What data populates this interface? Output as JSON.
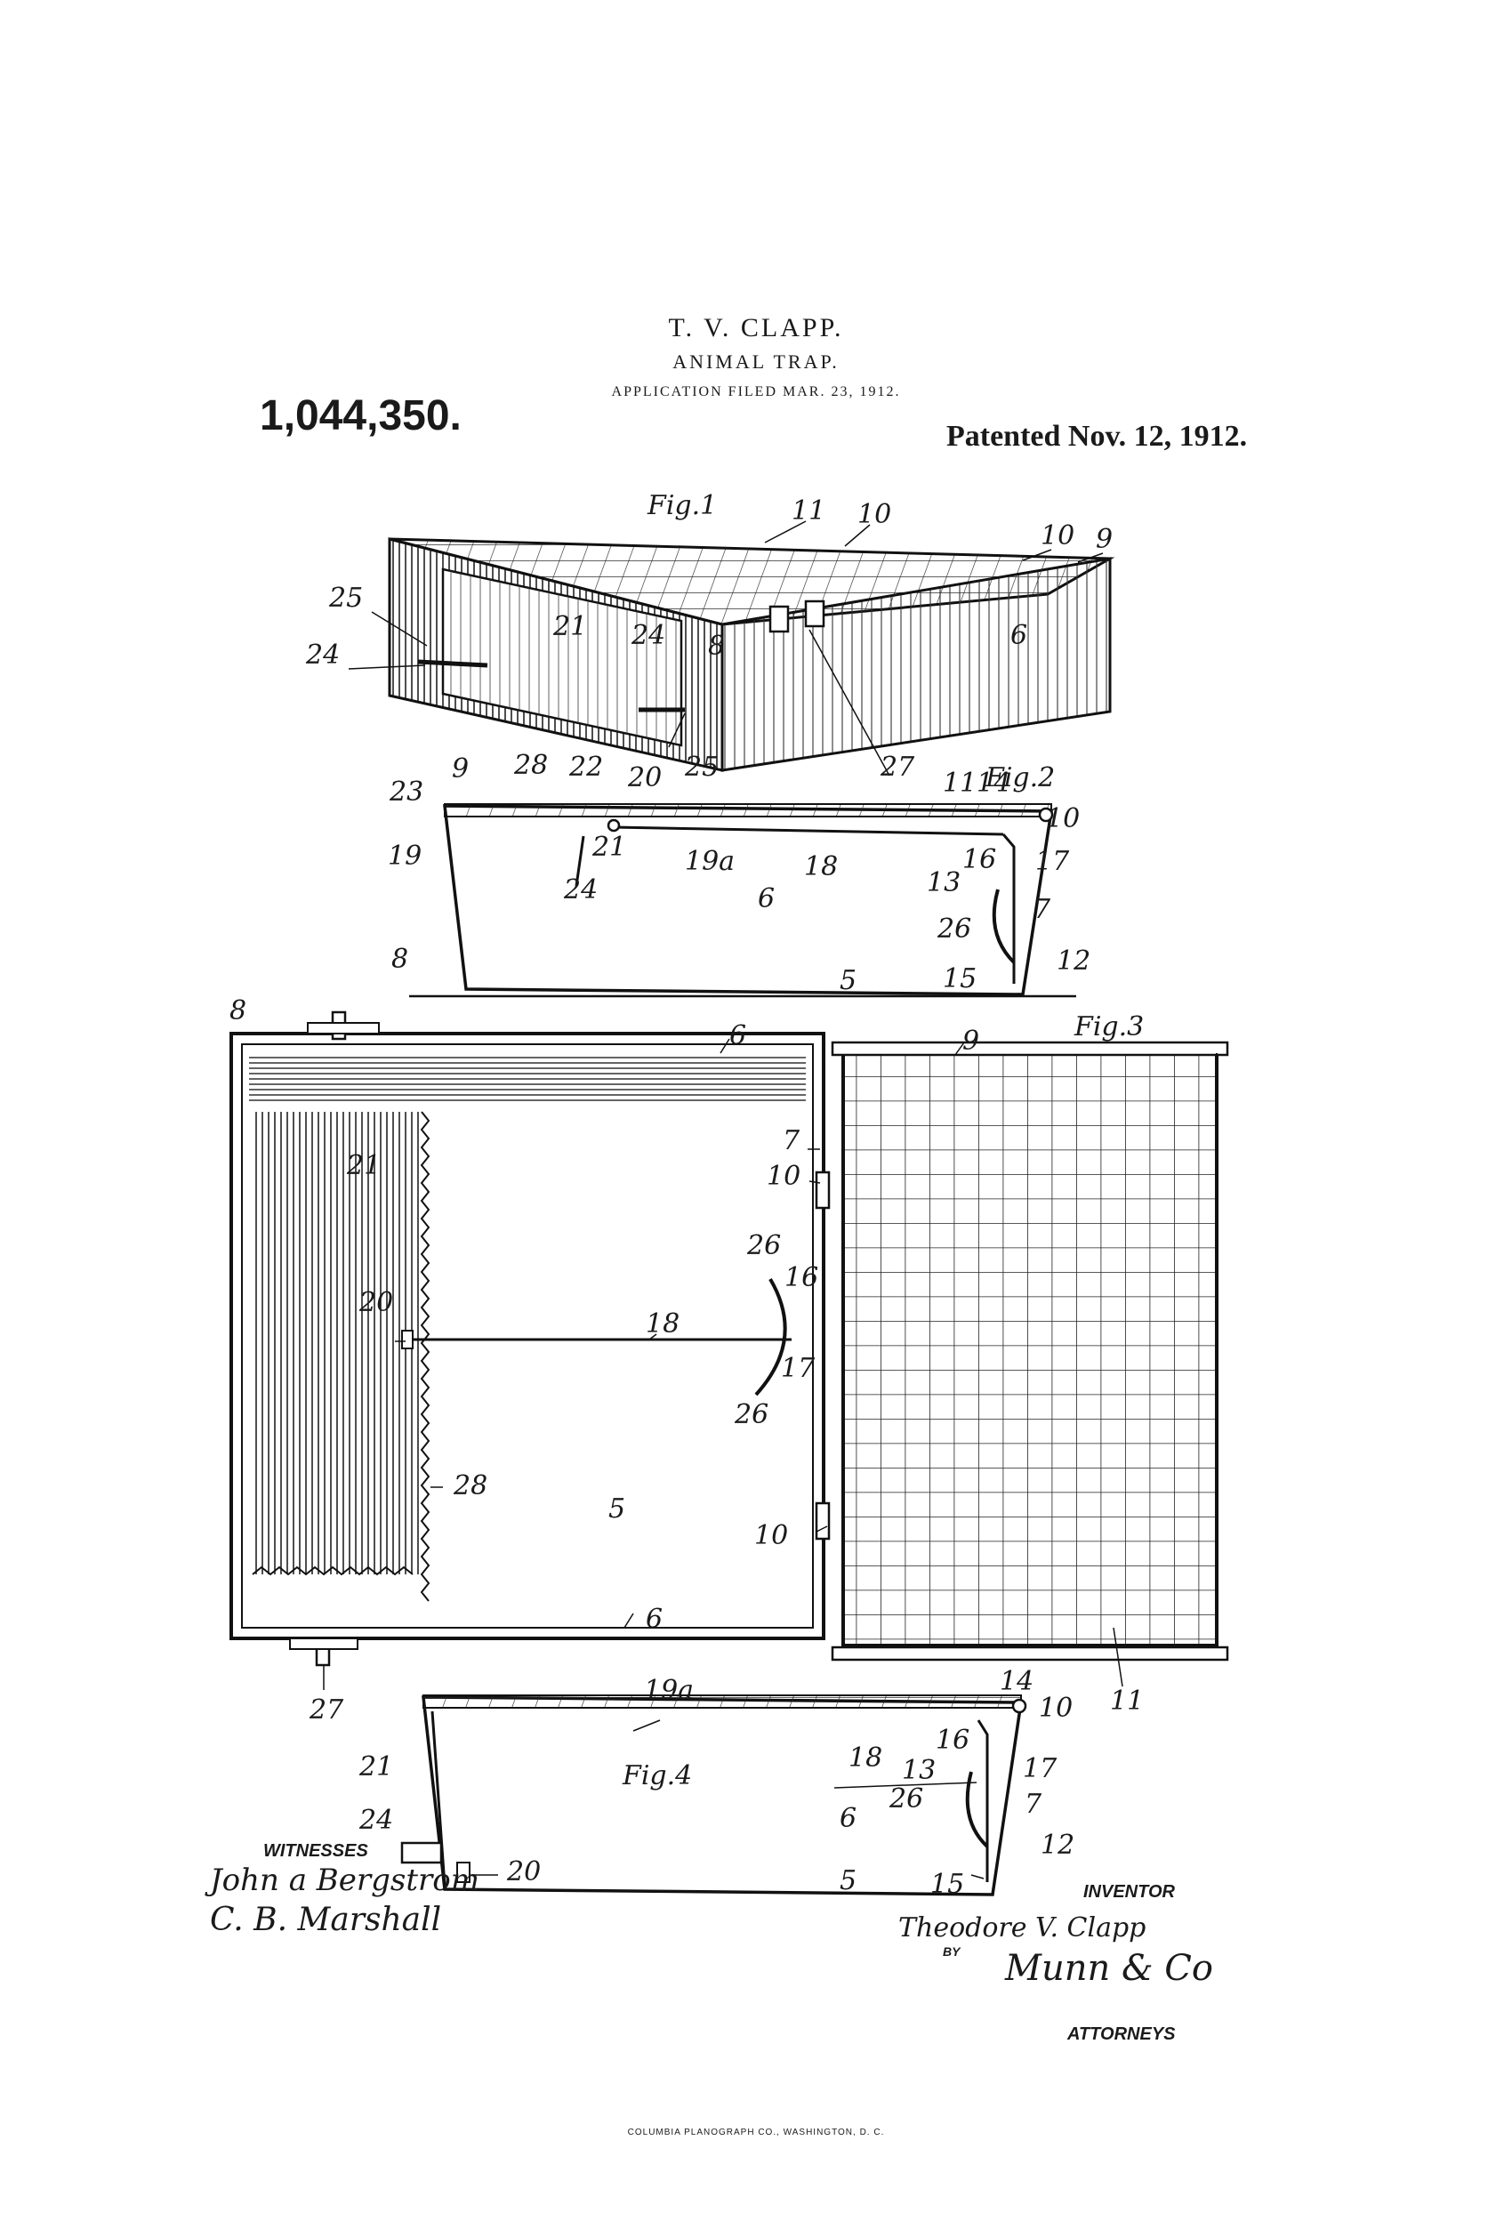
{
  "header": {
    "inventor_name": "T. V. CLAPP.",
    "title": "ANIMAL TRAP.",
    "filed": "APPLICATION FILED MAR. 23, 1912.",
    "patent_number": "1,044,350.",
    "patent_date": "Patented Nov. 12, 1912."
  },
  "figures": {
    "fig1": "Fig.1",
    "fig2": "Fig.2",
    "fig3": "Fig.3",
    "fig4": "Fig.4"
  },
  "labels": {
    "fig1": [
      "25",
      "24",
      "21",
      "24",
      "8",
      "11",
      "10",
      "10",
      "9",
      "6",
      "25",
      "27"
    ],
    "fig2": [
      "9",
      "28",
      "22",
      "20",
      "23",
      "19",
      "21",
      "19a",
      "24",
      "18",
      "6",
      "11",
      "14",
      "10",
      "16",
      "17",
      "13",
      "7",
      "26",
      "8",
      "5",
      "15",
      "12"
    ],
    "fig3": [
      "8",
      "6",
      "9",
      "21",
      "7",
      "10",
      "26",
      "16",
      "20",
      "18",
      "17",
      "26",
      "28",
      "5",
      "10",
      "6",
      "27",
      "11"
    ],
    "fig4": [
      "19a",
      "14",
      "10",
      "21",
      "18",
      "16",
      "13",
      "17",
      "26",
      "7",
      "24",
      "6",
      "12",
      "20",
      "5",
      "15"
    ]
  },
  "signatures": {
    "witnesses_label": "WITNESSES",
    "witness_1": "John a Bergstrom",
    "witness_2": "C. B. Marshall",
    "inventor_label": "INVENTOR",
    "inventor_signature": "Theodore V. Clapp",
    "by": "BY",
    "attorney_signature": "Munn & Co",
    "attorneys_label": "ATTORNEYS"
  },
  "footer": {
    "printer": "COLUMBIA PLANOGRAPH CO., WASHINGTON, D. C."
  }
}
